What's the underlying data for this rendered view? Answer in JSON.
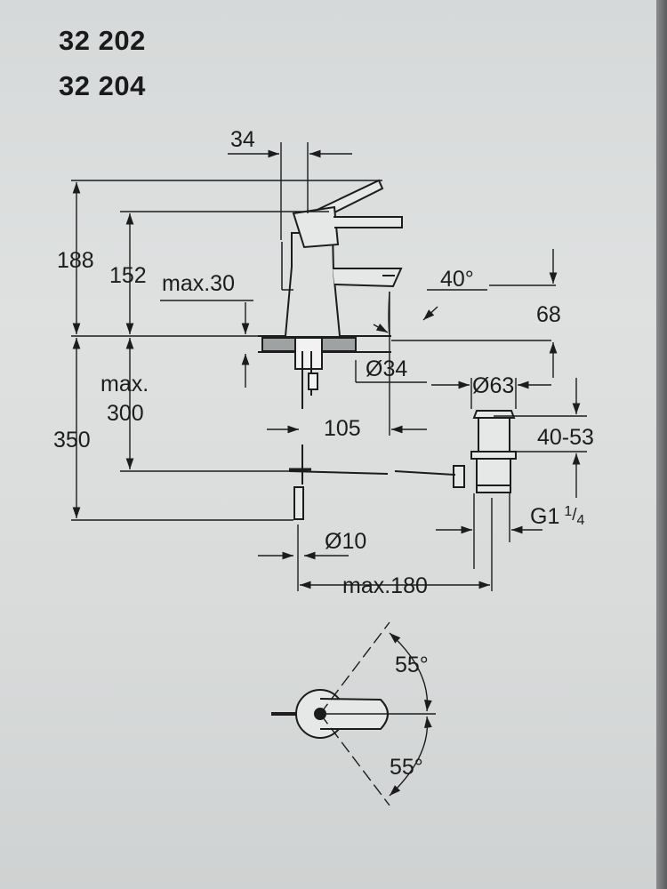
{
  "models": [
    "32 202",
    "32 204"
  ],
  "dimensions": {
    "d34": "34",
    "d188": "188",
    "d152": "152",
    "max30": "max.30",
    "angle40": "40°",
    "d68": "68",
    "max_label": "max.",
    "d300": "300",
    "phi34": "Ø34",
    "phi63": "Ø63",
    "d105": "105",
    "range40_53": "40-53",
    "d350": "350",
    "g_thread": "G1",
    "g_frac_num": "1",
    "g_frac_den": "4",
    "phi10": "Ø10",
    "max180": "max.180",
    "angle55_top": "55°",
    "angle55_bottom": "55°"
  }
}
